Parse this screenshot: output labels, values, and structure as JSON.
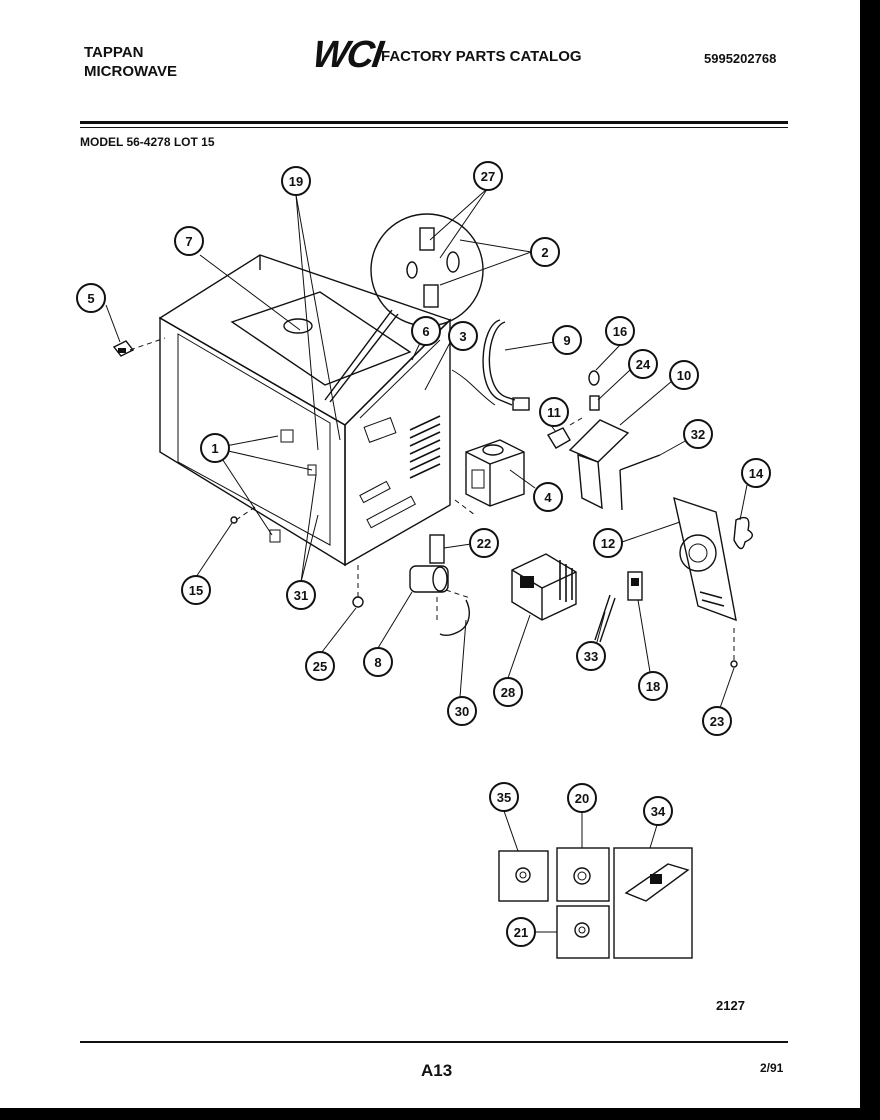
{
  "header": {
    "brand_line1": "TAPPAN",
    "brand_line2": "MICROWAVE",
    "logo": "WCI",
    "catalog_title": "FACTORY PARTS CATALOG",
    "catalog_number": "5995202768",
    "model_line": "MODEL 56-4278 LOT 15"
  },
  "callouts": {
    "c1": "1",
    "c2": "2",
    "c3": "3",
    "c4": "4",
    "c5": "5",
    "c6": "6",
    "c7": "7",
    "c8": "8",
    "c9": "9",
    "c10": "10",
    "c11": "11",
    "c12": "12",
    "c14": "14",
    "c15": "15",
    "c16": "16",
    "c18": "18",
    "c19": "19",
    "c20": "20",
    "c21": "21",
    "c22": "22",
    "c23": "23",
    "c24": "24",
    "c25": "25",
    "c27": "27",
    "c28": "28",
    "c30": "30",
    "c31": "31",
    "c32": "32",
    "c33": "33",
    "c34": "34",
    "c35": "35"
  },
  "footer": {
    "illustration_code": "2127",
    "page_number": "A13",
    "date": "2/91"
  }
}
